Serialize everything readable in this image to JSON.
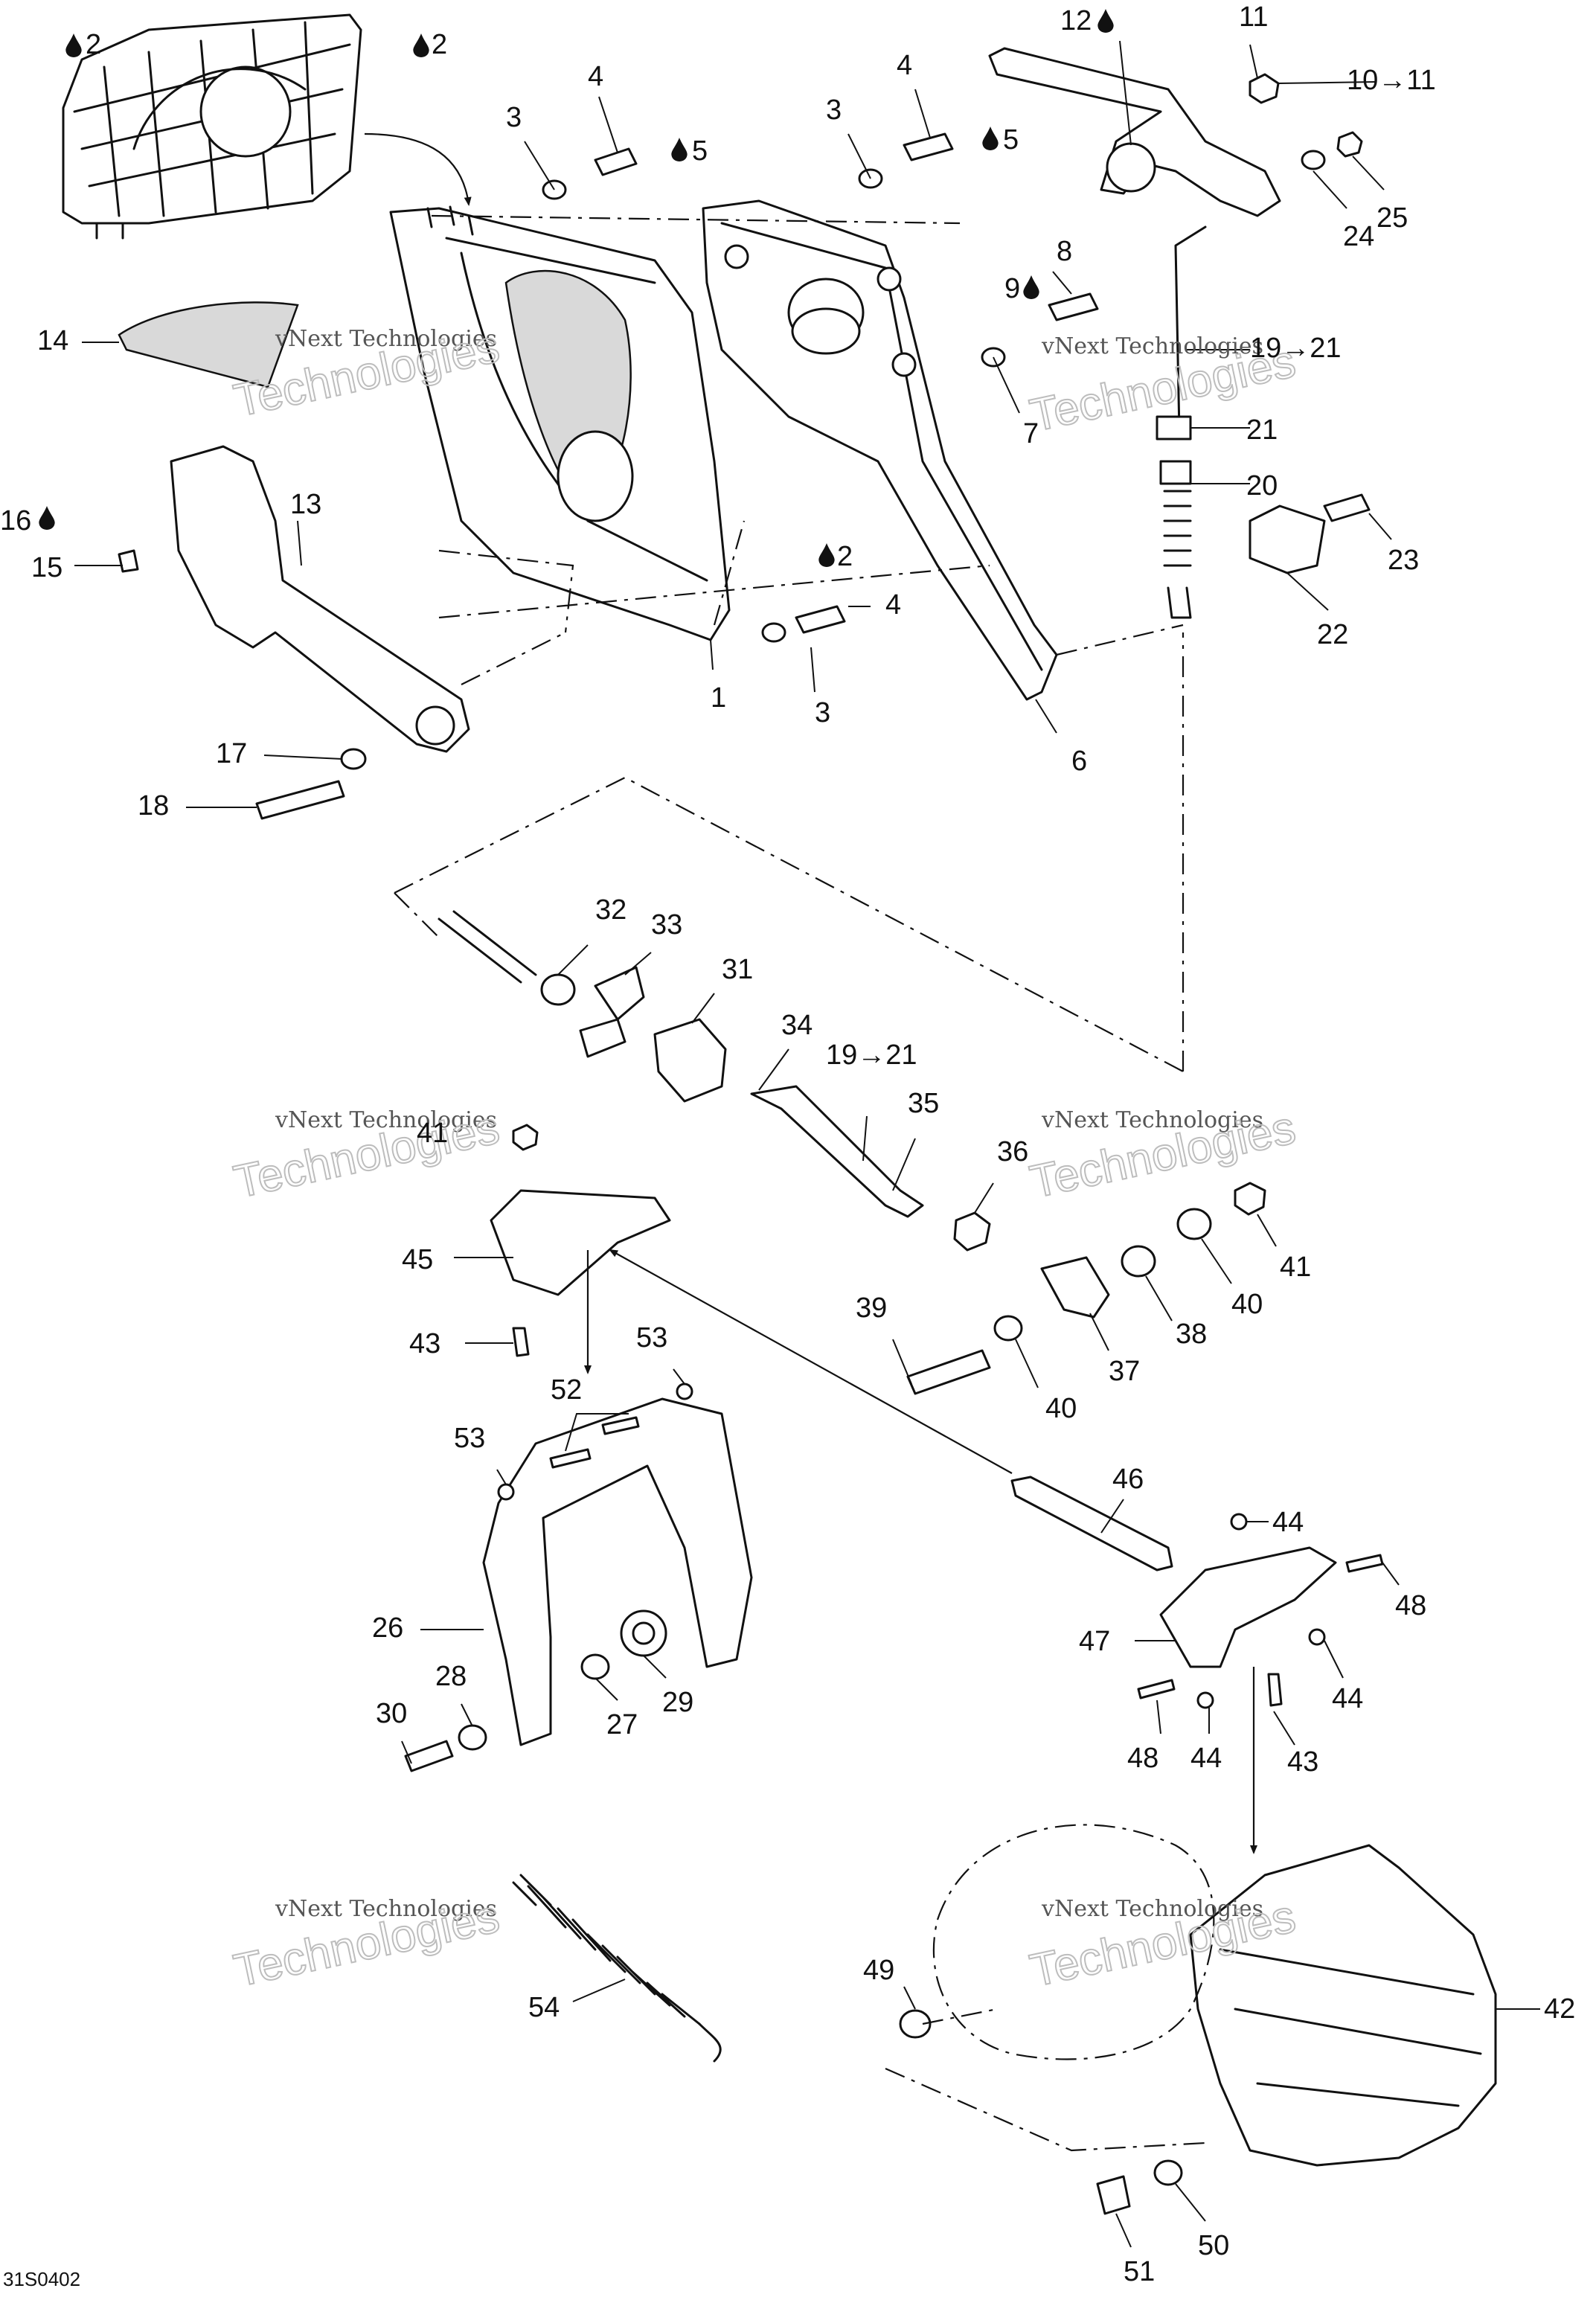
{
  "figure": {
    "code": "31S0402",
    "watermark_name": "vNext Technologies",
    "watermark_brand": "Technologies"
  },
  "callouts": [
    {
      "id": "c1",
      "text": "1"
    },
    {
      "id": "c2",
      "text": "2"
    },
    {
      "id": "c2b",
      "text": "2"
    },
    {
      "id": "c2c",
      "text": "2"
    },
    {
      "id": "c3a",
      "text": "3"
    },
    {
      "id": "c3b",
      "text": "3"
    },
    {
      "id": "c3c",
      "text": "3"
    },
    {
      "id": "c4a",
      "text": "4"
    },
    {
      "id": "c4b",
      "text": "4"
    },
    {
      "id": "c4c",
      "text": "4"
    },
    {
      "id": "c5a",
      "text": "5"
    },
    {
      "id": "c5b",
      "text": "5"
    },
    {
      "id": "c6",
      "text": "6"
    },
    {
      "id": "c7",
      "text": "7"
    },
    {
      "id": "c8",
      "text": "8"
    },
    {
      "id": "c9",
      "text": "9"
    },
    {
      "id": "c10",
      "text": "10→11"
    },
    {
      "id": "c11",
      "text": "11"
    },
    {
      "id": "c12",
      "text": "12"
    },
    {
      "id": "c13",
      "text": "13"
    },
    {
      "id": "c14",
      "text": "14"
    },
    {
      "id": "c15",
      "text": "15"
    },
    {
      "id": "c16",
      "text": "16"
    },
    {
      "id": "c17",
      "text": "17"
    },
    {
      "id": "c18",
      "text": "18"
    },
    {
      "id": "c19a",
      "text": "19→21"
    },
    {
      "id": "c19b",
      "text": "19→21"
    },
    {
      "id": "c20",
      "text": "20"
    },
    {
      "id": "c21",
      "text": "21"
    },
    {
      "id": "c22",
      "text": "22"
    },
    {
      "id": "c23",
      "text": "23"
    },
    {
      "id": "c24",
      "text": "24"
    },
    {
      "id": "c25",
      "text": "25"
    },
    {
      "id": "c26",
      "text": "26"
    },
    {
      "id": "c27",
      "text": "27"
    },
    {
      "id": "c28",
      "text": "28"
    },
    {
      "id": "c29",
      "text": "29"
    },
    {
      "id": "c30",
      "text": "30"
    },
    {
      "id": "c31",
      "text": "31"
    },
    {
      "id": "c32",
      "text": "32"
    },
    {
      "id": "c33",
      "text": "33"
    },
    {
      "id": "c34",
      "text": "34"
    },
    {
      "id": "c35",
      "text": "35"
    },
    {
      "id": "c36",
      "text": "36"
    },
    {
      "id": "c37",
      "text": "37"
    },
    {
      "id": "c38",
      "text": "38"
    },
    {
      "id": "c39",
      "text": "39"
    },
    {
      "id": "c40a",
      "text": "40"
    },
    {
      "id": "c40b",
      "text": "40"
    },
    {
      "id": "c41a",
      "text": "41"
    },
    {
      "id": "c41b",
      "text": "41"
    },
    {
      "id": "c42",
      "text": "42"
    },
    {
      "id": "c43a",
      "text": "43"
    },
    {
      "id": "c43b",
      "text": "43"
    },
    {
      "id": "c44a",
      "text": "44"
    },
    {
      "id": "c44b",
      "text": "44"
    },
    {
      "id": "c44c",
      "text": "44"
    },
    {
      "id": "c45",
      "text": "45"
    },
    {
      "id": "c46",
      "text": "46"
    },
    {
      "id": "c47",
      "text": "47"
    },
    {
      "id": "c48a",
      "text": "48"
    },
    {
      "id": "c48b",
      "text": "48"
    },
    {
      "id": "c49",
      "text": "49"
    },
    {
      "id": "c50",
      "text": "50"
    },
    {
      "id": "c51",
      "text": "51"
    },
    {
      "id": "c52",
      "text": "52"
    },
    {
      "id": "c53a",
      "text": "53"
    },
    {
      "id": "c53b",
      "text": "53"
    },
    {
      "id": "c54",
      "text": "54"
    }
  ]
}
